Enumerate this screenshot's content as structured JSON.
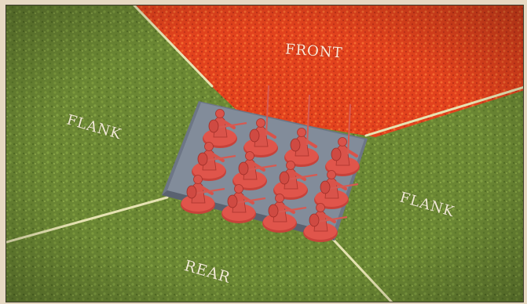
{
  "zones": {
    "front": "FRONT",
    "flank_left": "FLANK",
    "flank_right": "FLANK",
    "rear": "REAR"
  },
  "colors": {
    "grass": "#6f8a35",
    "grass_dark": "#55702a",
    "front_zone": "#e4441f",
    "divider": "#e5e3b4",
    "base": "#7a8492",
    "miniature": "#d9534a"
  },
  "unit": {
    "rows": 3,
    "columns": 4,
    "miniature_count": 12
  }
}
